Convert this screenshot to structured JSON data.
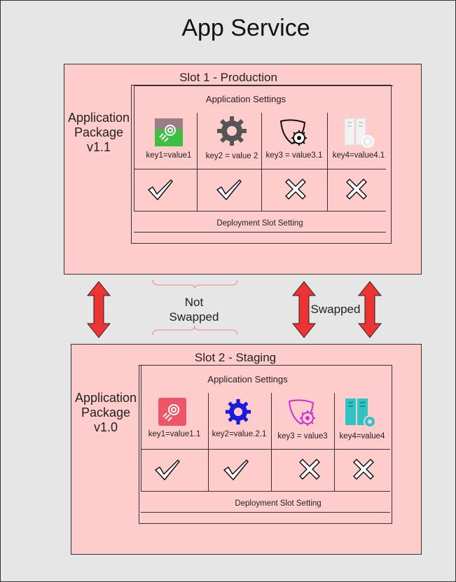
{
  "title": "App Service",
  "slot1": {
    "title": "Slot 1 - Production",
    "package": [
      "Application",
      "Package",
      "v1.1"
    ],
    "settings_title": "Application Settings",
    "settings": [
      {
        "icon": "green-app-config-icon",
        "label": "key1=value1",
        "swappable": true
      },
      {
        "icon": "gray-gear-icon",
        "label": "key2 = value 2",
        "swappable": true
      },
      {
        "icon": "outline-shield-gear-icon",
        "label": "key3 = value3.1",
        "swappable": false
      },
      {
        "icon": "light-gray-server-gear-icon",
        "label": "key4=value4.1",
        "swappable": false
      }
    ],
    "deployment_slot_setting": "Deployment Slot Setting"
  },
  "slot2": {
    "title": "Slot 2 - Staging",
    "package": [
      "Application",
      "Package",
      "v1.0"
    ],
    "settings_title": "Application Settings",
    "settings": [
      {
        "icon": "red-app-config-icon",
        "label": "key1=value1.1",
        "swappable": true
      },
      {
        "icon": "blue-gear-icon",
        "label": "key2=value.2.1",
        "swappable": true
      },
      {
        "icon": "purple-shield-gear-icon",
        "label": "key3 = value3",
        "swappable": false
      },
      {
        "icon": "teal-server-gear-icon",
        "label": "key4=value4",
        "swappable": false
      }
    ],
    "deployment_slot_setting": "Deployment Slot Setting"
  },
  "labels": {
    "not_swapped": [
      "Not",
      "Swapped"
    ],
    "swapped": "Swapped"
  },
  "colors": {
    "background": "#e6e6e6",
    "slot_fill": "#ffcccc",
    "arrow_fill": "#ee3333",
    "green_icon": "#3fbf3f",
    "red_icon": "#ee5566",
    "blue_gear": "#1c1cd8",
    "purple_shield": "#cc33cc",
    "teal_server": "#2ec4c4"
  }
}
